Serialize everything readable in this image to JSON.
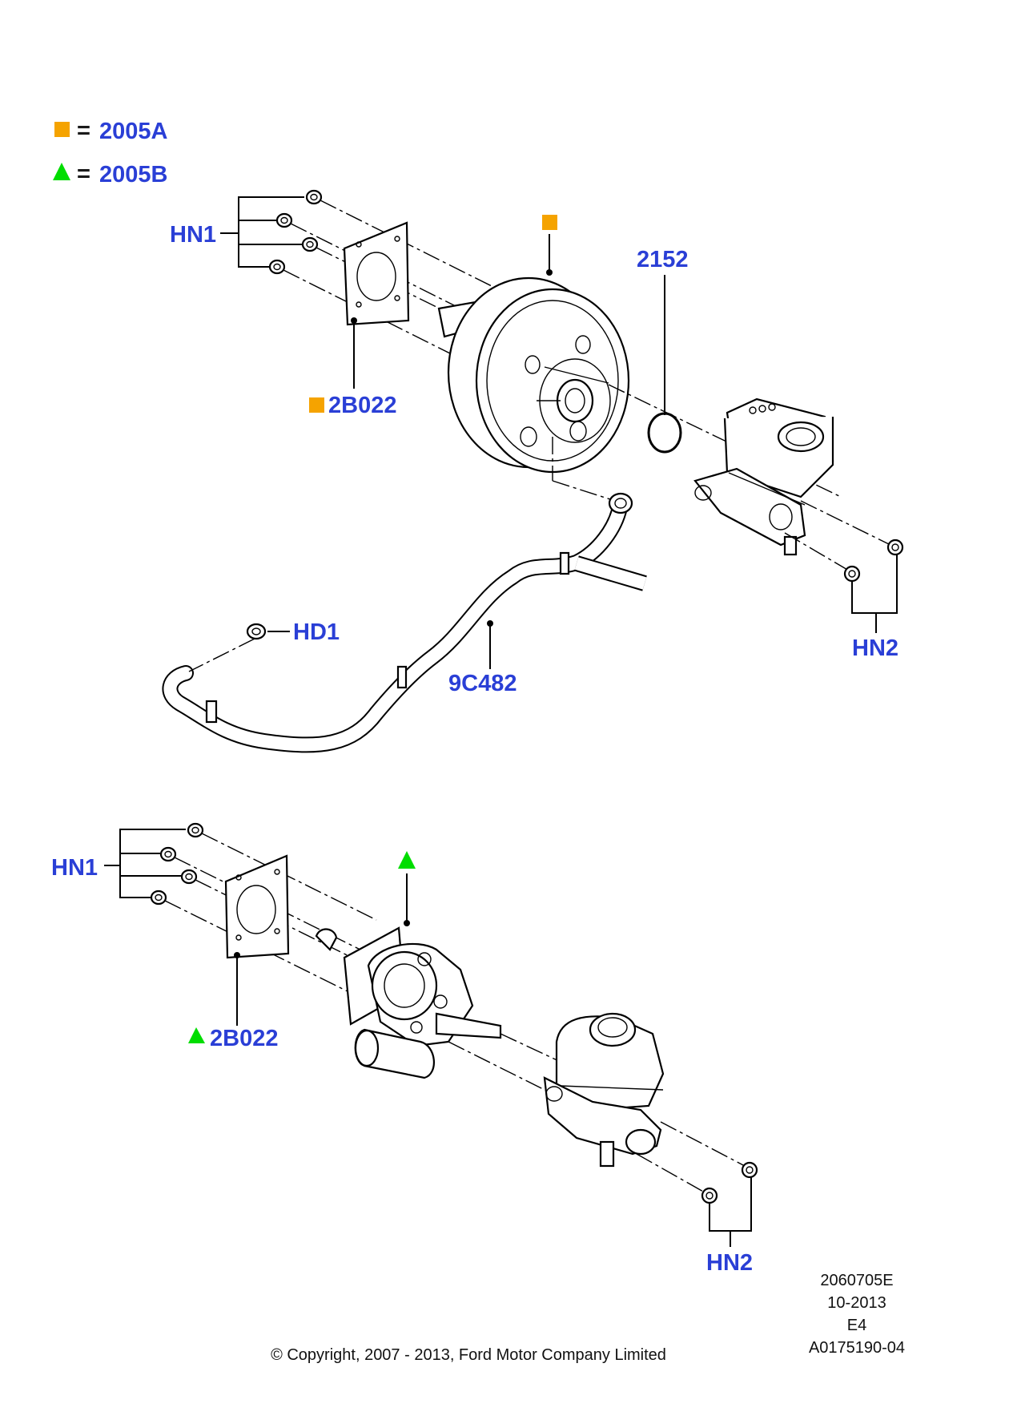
{
  "legend": {
    "square_code": "2005A",
    "triangle_code": "2005B",
    "equals": "=",
    "square_color": "#f5a300",
    "triangle_color": "#00dd00"
  },
  "upper_assembly": {
    "nuts_label": "HN1",
    "gasket_label": "2B022",
    "booster_marker": "square",
    "seal_label": "2152",
    "hose_clip_label": "HD1",
    "hose_label": "9C482",
    "master_cyl_nuts_label": "HN2"
  },
  "lower_assembly": {
    "nuts_label": "HN1",
    "gasket_label": "2B022",
    "booster_marker": "triangle",
    "master_cyl_nuts_label": "HN2"
  },
  "meta": {
    "drawing_number": "2060705E",
    "date": "10-2013",
    "edition": "E4",
    "illustration_id": "A0175190-04",
    "copyright": "© Copyright, 2007 - 2013, Ford Motor Company Limited"
  },
  "label_color": "#2a3fd6"
}
